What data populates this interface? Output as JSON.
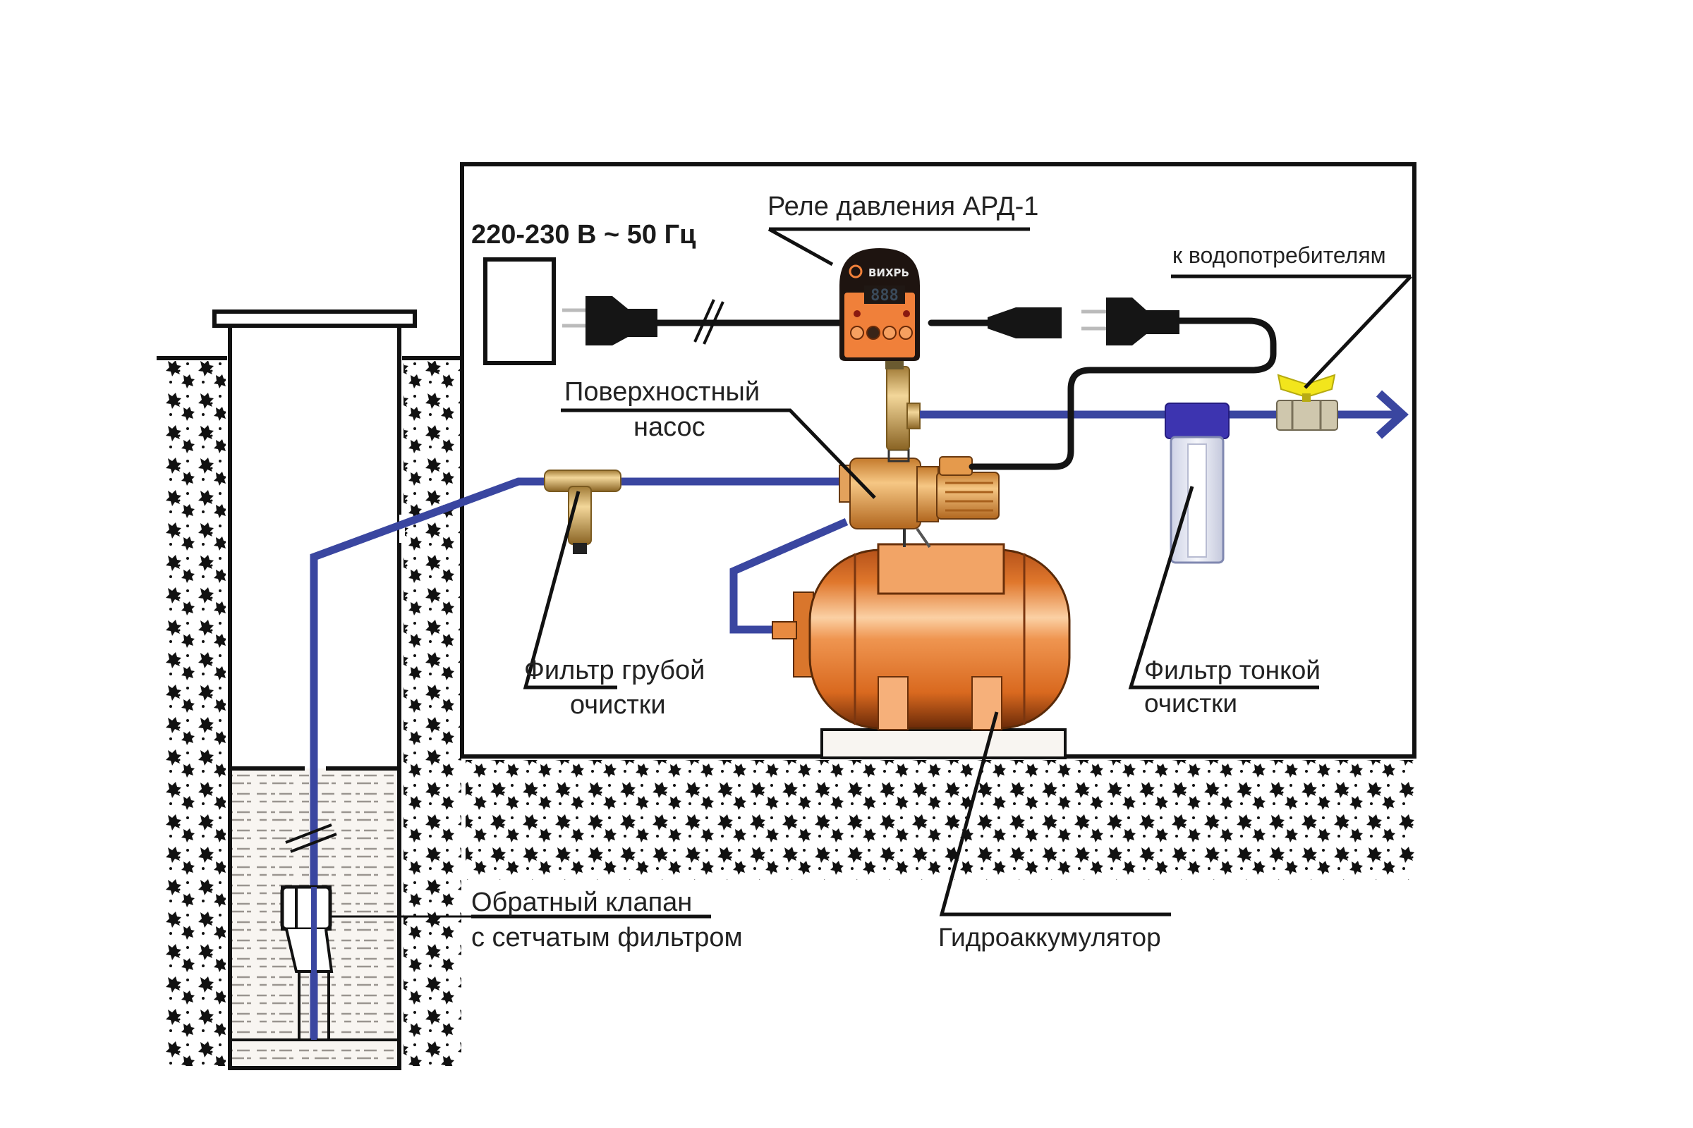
{
  "diagram": {
    "title": "Схема подключения поверхностного насоса с реле давления",
    "labels": {
      "power_supply": "220-230 В ~ 50 Гц",
      "pressure_relay": "Реле давления АРД-1",
      "to_consumers": "к водопотребителям",
      "surface_pump_line1": "Поверхностный",
      "surface_pump_line2": "насос",
      "coarse_filter_line1": "Фильтр грубой",
      "coarse_filter_line2": "очистки",
      "fine_filter_line1": "Фильтр тонкой",
      "fine_filter_line2": "очистки",
      "check_valve_line1": "Обратный клапан",
      "check_valve_line2": "с сетчатым фильтром",
      "accumulator": "Гидроаккумулятор"
    },
    "relay": {
      "brand": "ВИХРЬ",
      "display": "888"
    },
    "colors": {
      "pipe": "#3a46a0",
      "cable": "#141414",
      "tank_orange": "#e07a2c",
      "relay_orange": "#f0803a",
      "valve_handle": "#f2e51c",
      "fine_filter_head": "#3d34b0"
    }
  }
}
